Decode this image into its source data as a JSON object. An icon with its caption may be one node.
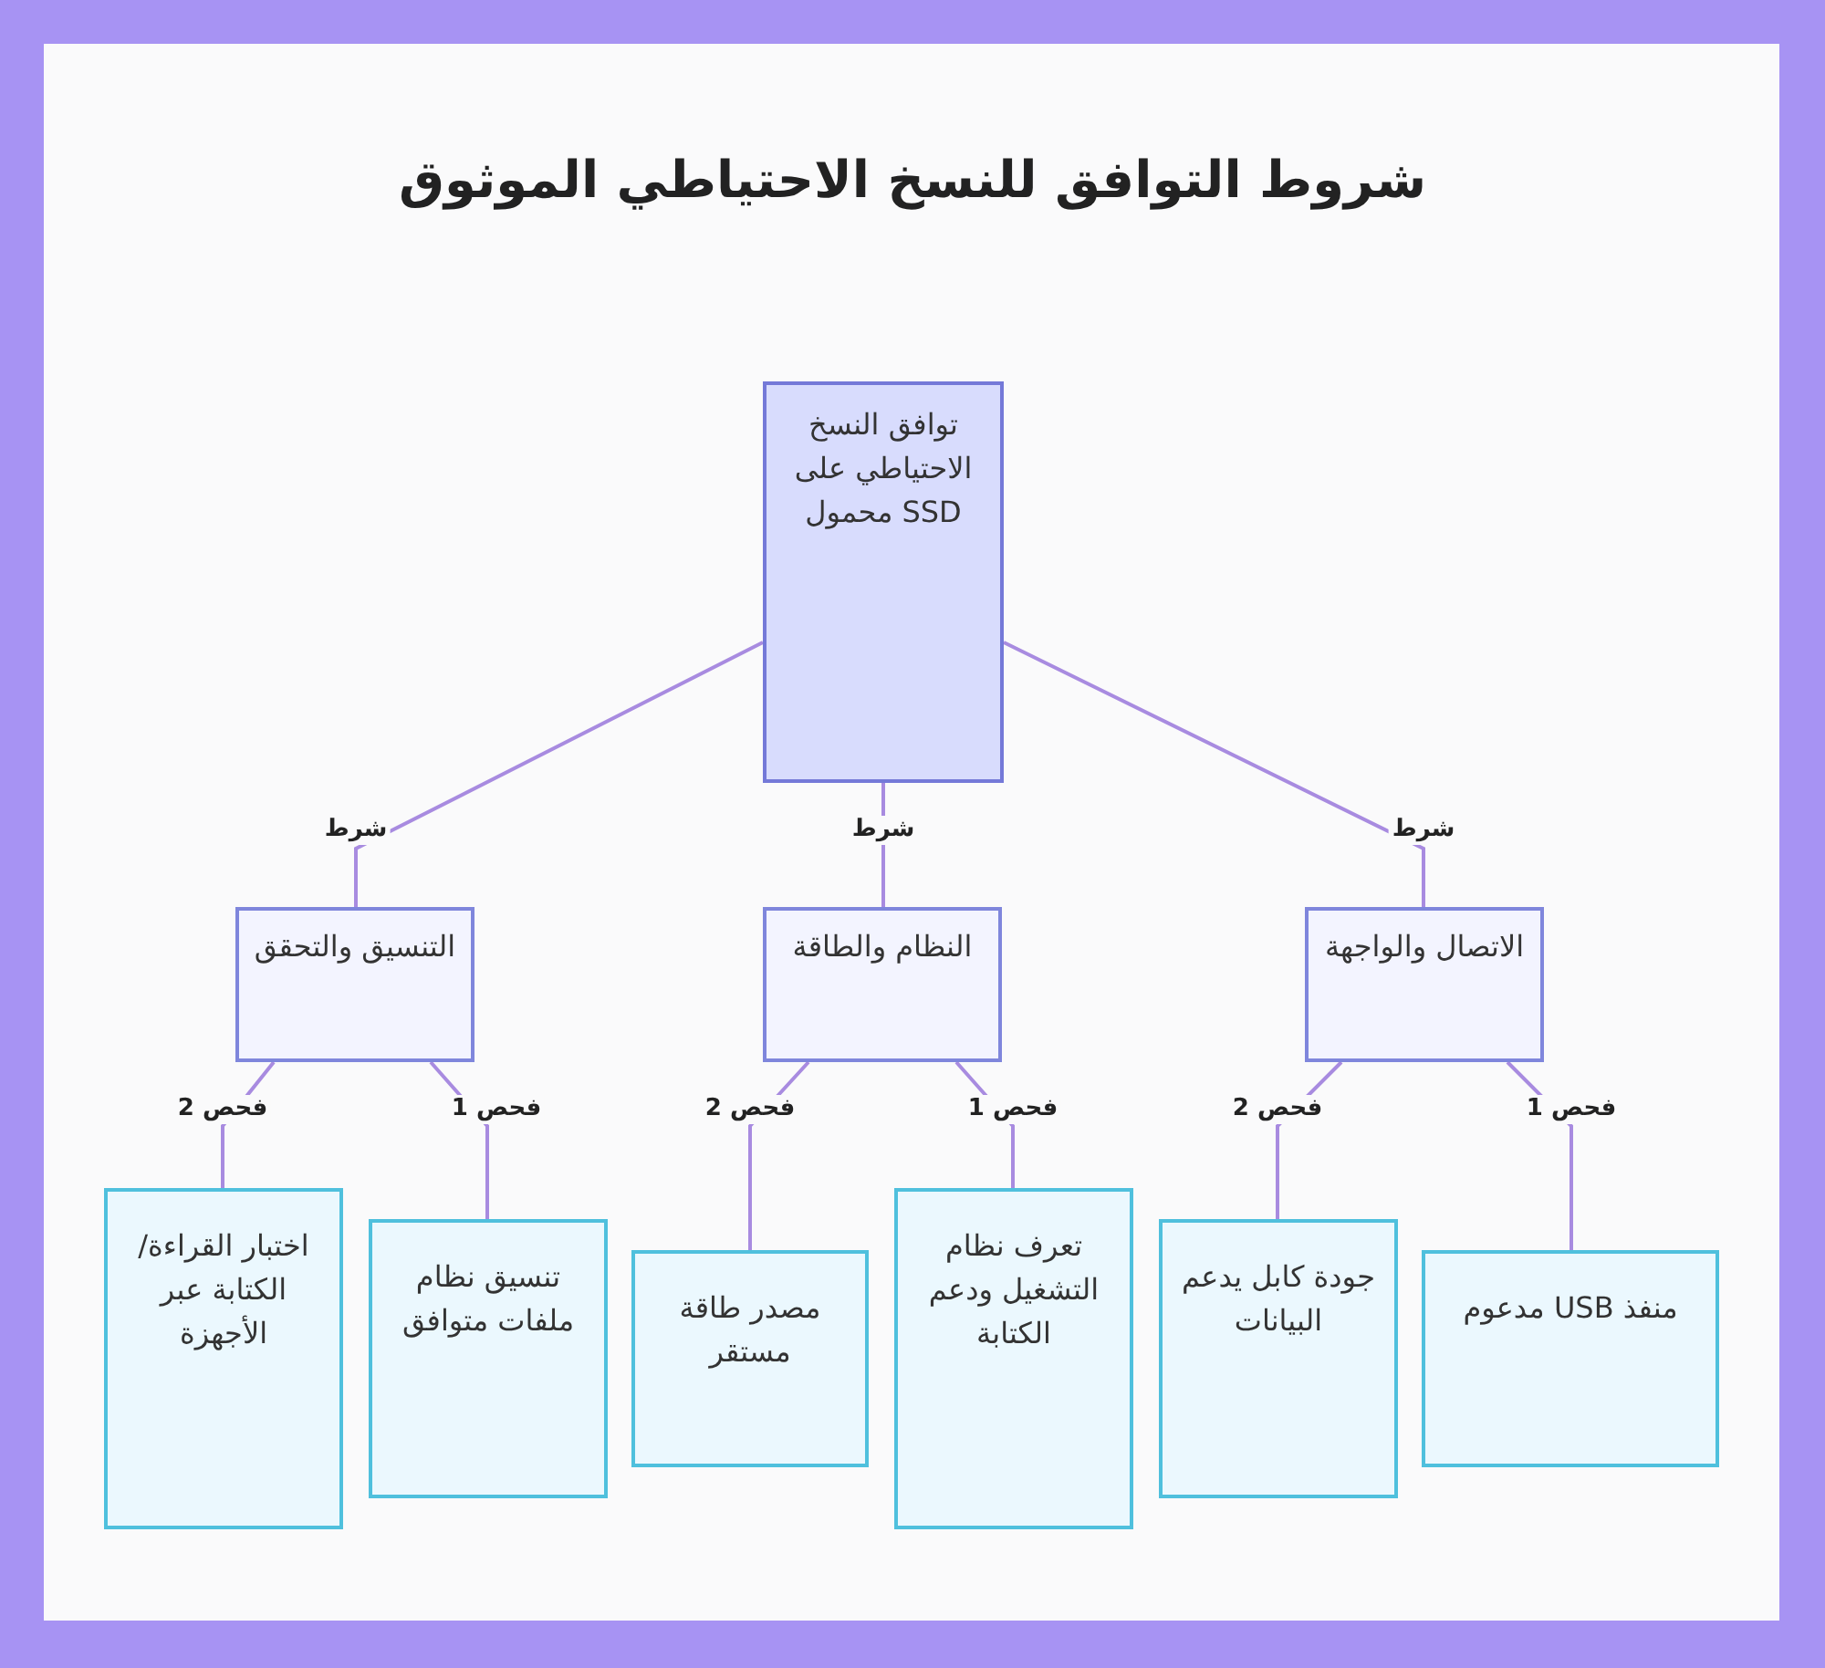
{
  "diagram": {
    "title": "شروط التوافق للنسخ الاحتياطي الموثوق",
    "nodes": [
      {
        "text": [
          "توافق النسخ الاحتياطي على SSD محمول"
        ]
      },
      {
        "text": [
          "التنسيق والتحقق"
        ]
      },
      {
        "text": [
          "النظام والطاقة"
        ]
      },
      {
        "text": [
          "الاتصال والواجهة"
        ]
      },
      {
        "text": [
          "اختبار القراءة/ الكتابة عبر الأجهزة"
        ]
      },
      {
        "text": [
          "تنسيق نظام ملفات متوافق"
        ]
      },
      {
        "text": [
          "مصدر طاقة مستقر"
        ]
      },
      {
        "text": [
          "تعرف نظام التشغيل ودعم الكتابة"
        ]
      },
      {
        "text": [
          "جودة كابل يدعم البيانات"
        ]
      },
      {
        "text": [
          "منفذ USB مدعوم"
        ]
      }
    ],
    "edges": [
      {
        "from": 0,
        "to": 1,
        "arrow": "none",
        "label": "شرط"
      },
      {
        "from": 0,
        "to": 2,
        "arrow": "none",
        "label": "شرط"
      },
      {
        "from": 0,
        "to": 3,
        "arrow": "none",
        "label": "شرط"
      },
      {
        "from": 1,
        "to": 4,
        "arrow": "none",
        "label": "فحص 2"
      },
      {
        "from": 1,
        "to": 5,
        "arrow": "none",
        "label": "فحص 1"
      },
      {
        "from": 2,
        "to": 6,
        "arrow": "none",
        "label": "فحص 2"
      },
      {
        "from": 2,
        "to": 7,
        "arrow": "none",
        "label": "فحص 1"
      },
      {
        "from": 3,
        "to": 8,
        "arrow": "none",
        "label": "فحص 2"
      },
      {
        "from": 3,
        "to": 9,
        "arrow": "none",
        "label": "فحص 1"
      }
    ]
  }
}
